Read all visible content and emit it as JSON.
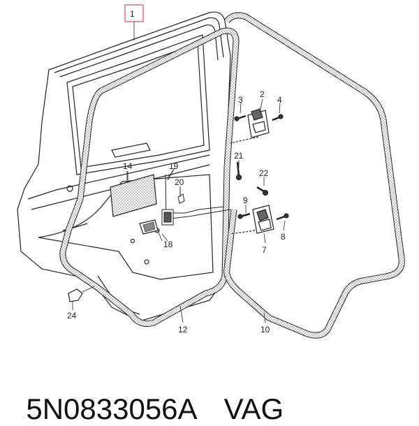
{
  "callouts": {
    "c1": "1",
    "c2": "2",
    "c3": "3",
    "c4": "4",
    "c7": "7",
    "c8": "8",
    "c9": "9",
    "c10": "10",
    "c12": "12",
    "c14": "14",
    "c18": "18",
    "c19": "19",
    "c20": "20",
    "c21": "21",
    "c22": "22",
    "c24": "24"
  },
  "caption": {
    "part_number": "5N0833056A",
    "brand": "VAG"
  },
  "colors": {
    "highlight_box": "#e0607a",
    "line": "#222222"
  }
}
